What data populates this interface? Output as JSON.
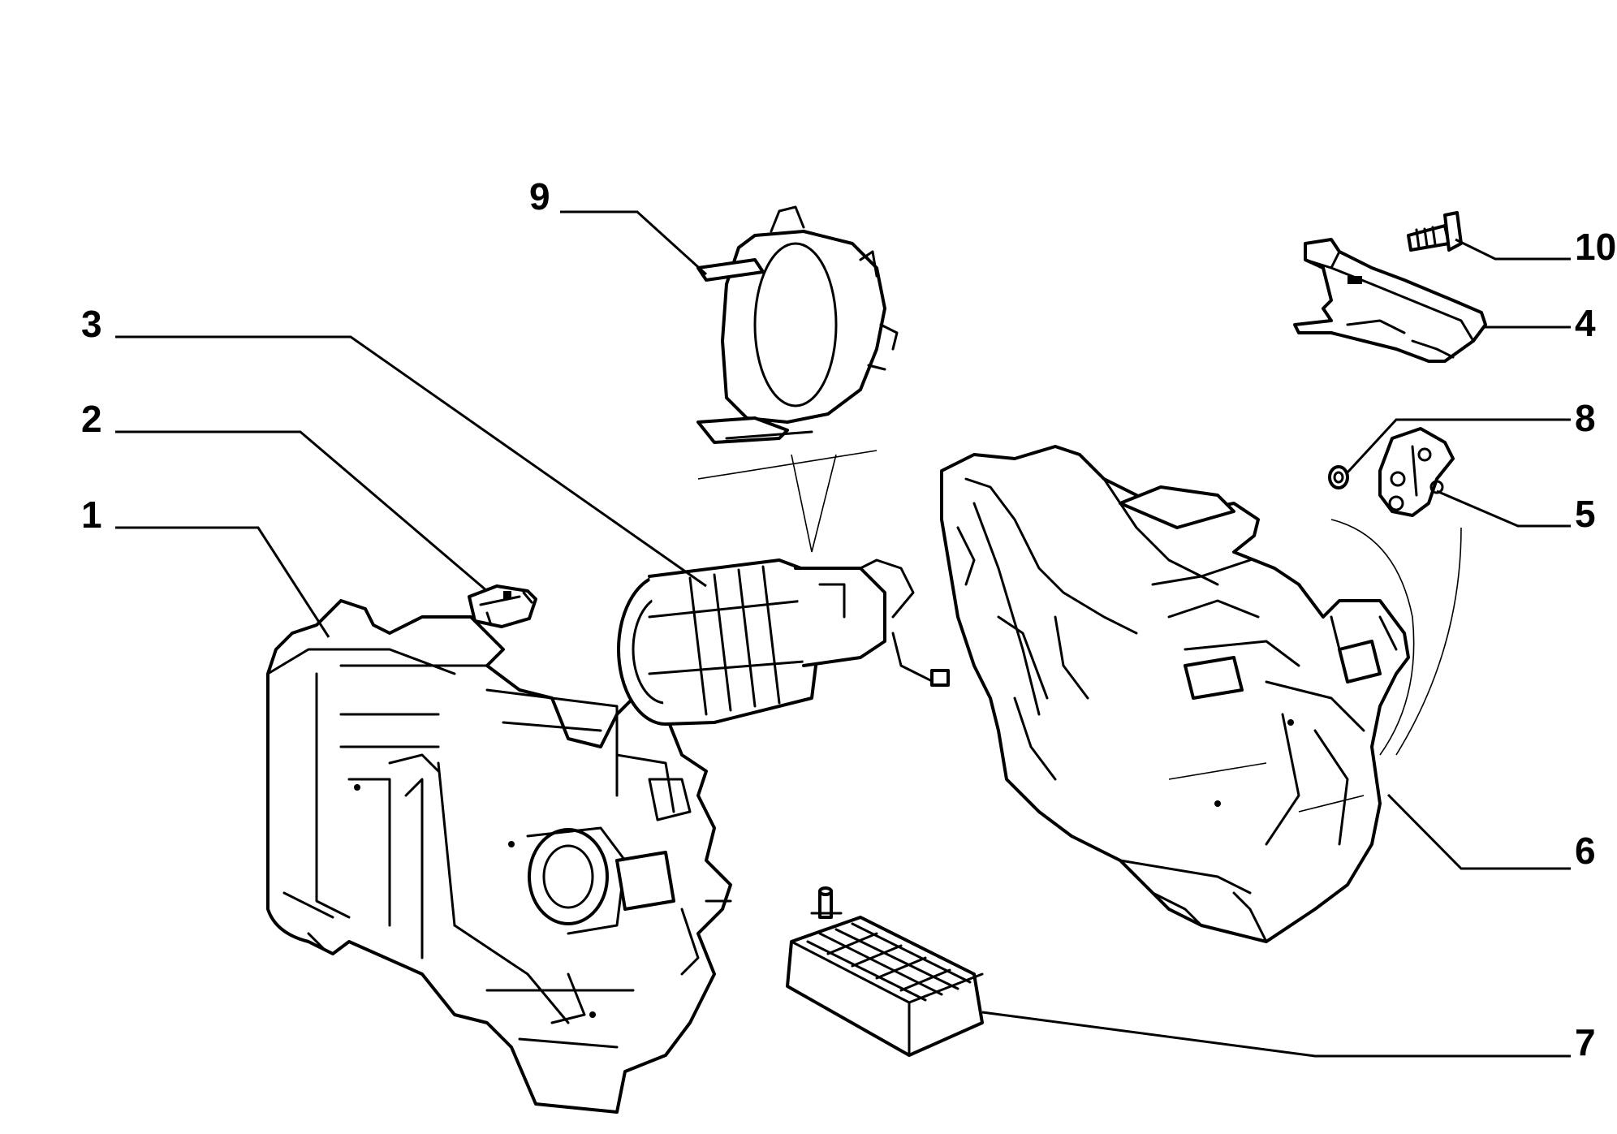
{
  "diagram": {
    "callouts": [
      "1",
      "2",
      "3",
      "4",
      "5",
      "6",
      "7",
      "8",
      "9",
      "10"
    ]
  }
}
